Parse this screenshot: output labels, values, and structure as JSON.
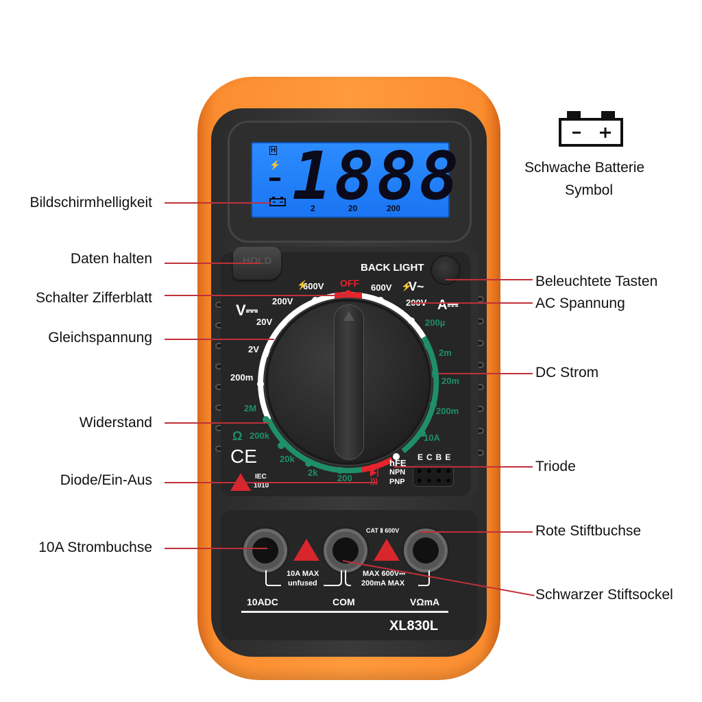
{
  "device": {
    "model": "XL830L",
    "lcd": {
      "digits": "1888",
      "scale_marks": [
        "2",
        "20",
        "200"
      ],
      "indicators": [
        "H",
        "lightning-icon",
        "minus-sign",
        "battery-icon"
      ]
    },
    "buttons": {
      "hold": "HOLD",
      "backlight": "BACK LIGHT"
    },
    "dial": {
      "off": "OFF",
      "dcv_symbol": "V⎓",
      "acv_symbol": "V~",
      "dca_symbol": "A⎓",
      "dcv_ranges": [
        "600V",
        "200V",
        "20V",
        "2V",
        "200m"
      ],
      "acv_ranges": [
        "600V",
        "200V"
      ],
      "dca_ranges": [
        "200µ",
        "2m",
        "20m",
        "200m",
        "10A"
      ],
      "ohm_symbol": "Ω",
      "ohm_ranges": [
        "2M",
        "200k",
        "20k",
        "2k",
        "200"
      ],
      "hfe": "hFE",
      "npn": "NPN",
      "pnp": "PNP",
      "transistor_pins": "ECBE"
    },
    "marks": {
      "ce": "CE",
      "iec": "IEC",
      "iec_num": "1010",
      "cat": "CAT Ⅱ 600V"
    },
    "jacks": {
      "left": "10ADC",
      "center": "COM",
      "right": "VΩmA",
      "warn_left_1": "10A MAX",
      "warn_left_2": "unfused",
      "warn_right_1": "MAX 600V⎓",
      "warn_right_2": "200mA MAX"
    }
  },
  "callouts": {
    "left": [
      "Bildschirmhelligkeit",
      "Daten halten",
      "Schalter Zifferblatt",
      "Gleichspannung",
      "Widerstand",
      "Diode/Ein-Aus",
      "10A Strombuchse"
    ],
    "right": [
      "Beleuchtete Tasten",
      "AC Spannung",
      "DC Strom",
      "Triode",
      "Rote Stiftbuchse",
      "Schwarzer Stiftsockel"
    ],
    "battery": {
      "line1": "Schwache Batterie",
      "line2": "Symbol"
    }
  },
  "colors": {
    "bumper": "#fb8d2f",
    "lcd": "#1f7ef5",
    "leader": "#c0303a",
    "green_scale": "#1f8f67",
    "red_scale": "#e8232b"
  }
}
